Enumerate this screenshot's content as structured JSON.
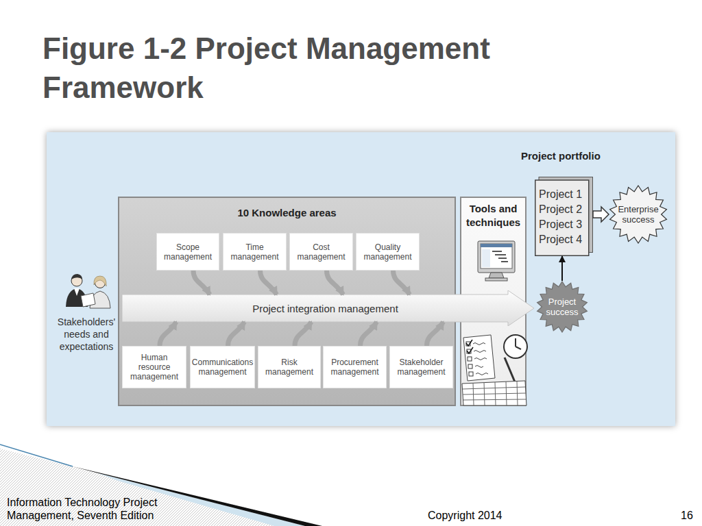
{
  "diagram": {
    "title": "Figure 1-2 Project Management Framework",
    "nodes": [
      {
        "text": [
          "10 Knowledge areas"
        ]
      },
      {
        "text": [
          "Scope management"
        ],
        "in": 0
      },
      {
        "text": [
          "Time management"
        ],
        "in": 0
      },
      {
        "text": [
          "Cost management"
        ],
        "in": 0
      },
      {
        "text": [
          "Quality management"
        ],
        "in": 0
      },
      {
        "text": [
          "Project integration management"
        ],
        "in": 0
      },
      {
        "text": [
          "Human resource management"
        ],
        "in": 0
      },
      {
        "text": [
          "Communications management"
        ],
        "in": 0
      },
      {
        "text": [
          "Risk management"
        ],
        "in": 0
      },
      {
        "text": [
          "Procurement management"
        ],
        "in": 0
      },
      {
        "text": [
          "Stakeholder management"
        ],
        "in": 0
      },
      {
        "text": [
          "Tools and techniques"
        ]
      },
      {
        "text": [
          "Project portfolio",
          "Project 1",
          "Project 2",
          "Project 3",
          "Project 4"
        ]
      },
      {
        "text": [
          "Enterprise success"
        ]
      },
      {
        "text": [
          "Project success"
        ]
      }
    ],
    "edges": [
      {
        "from": 1,
        "to": 5,
        "arrow": "to"
      },
      {
        "from": 2,
        "to": 5,
        "arrow": "to"
      },
      {
        "from": 3,
        "to": 5,
        "arrow": "to"
      },
      {
        "from": 4,
        "to": 5,
        "arrow": "to"
      },
      {
        "from": 6,
        "to": 5,
        "arrow": "to"
      },
      {
        "from": 7,
        "to": 5,
        "arrow": "to"
      },
      {
        "from": 8,
        "to": 5,
        "arrow": "to"
      },
      {
        "from": 9,
        "to": 5,
        "arrow": "to"
      },
      {
        "from": 10,
        "to": 5,
        "arrow": "to"
      },
      {
        "from": 14,
        "to": 12,
        "arrow": "to"
      },
      {
        "from": 12,
        "to": 13,
        "arrow": "to"
      }
    ],
    "labels": [
      "Stakeholders' needs and expectations",
      "Information Technology Project Management, Seventh Edition",
      "Copyright 2014",
      "16"
    ]
  }
}
